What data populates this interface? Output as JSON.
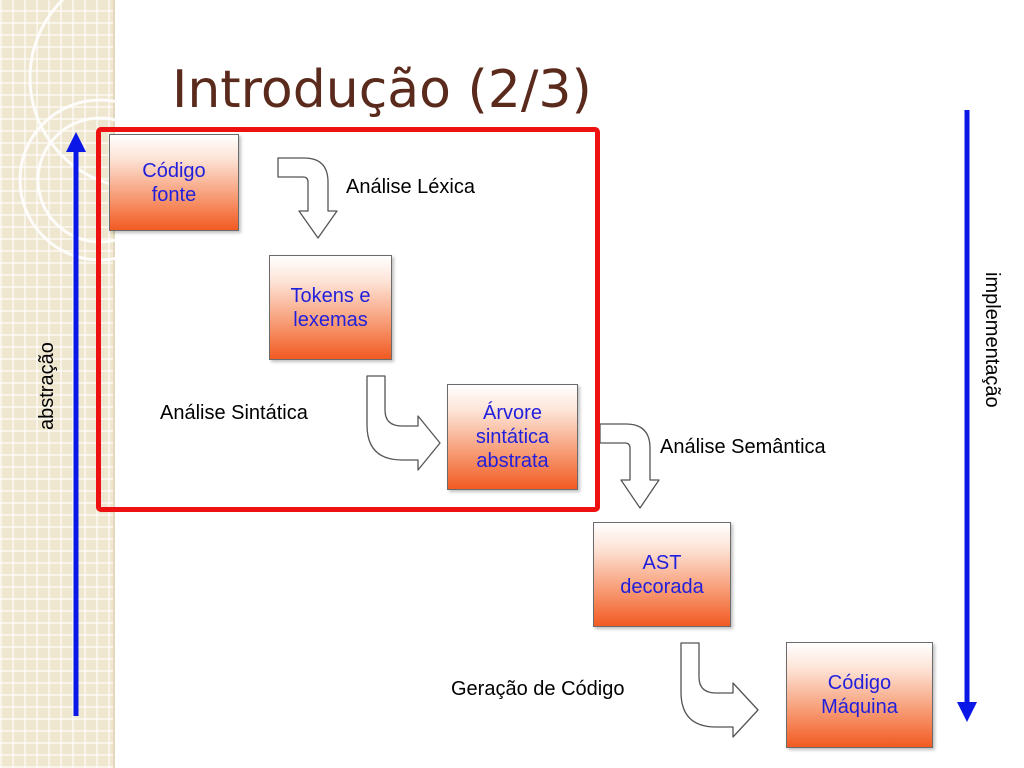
{
  "slide": {
    "title": "Introdução (2/3)"
  },
  "boxes": {
    "codigo_fonte": "Código\nfonte",
    "tokens": "Tokens e\nlexemas",
    "arvore": "Árvore\nsintática\nabstrata",
    "ast": "AST\ndecorada",
    "codigo_maquina": "Código\nMáquina"
  },
  "steps": {
    "lexica": "Análise Léxica",
    "sintatica": "Análise Sintática",
    "semantica": "Análise Semântica",
    "geracao": "Geração de Código"
  },
  "axes": {
    "left": "abstração",
    "right": "implementação"
  },
  "colors": {
    "axis_arrow": "#0a17e6",
    "frame": "#ee1111",
    "box_text": "#1f1fdc",
    "title": "#5a2a1d"
  }
}
